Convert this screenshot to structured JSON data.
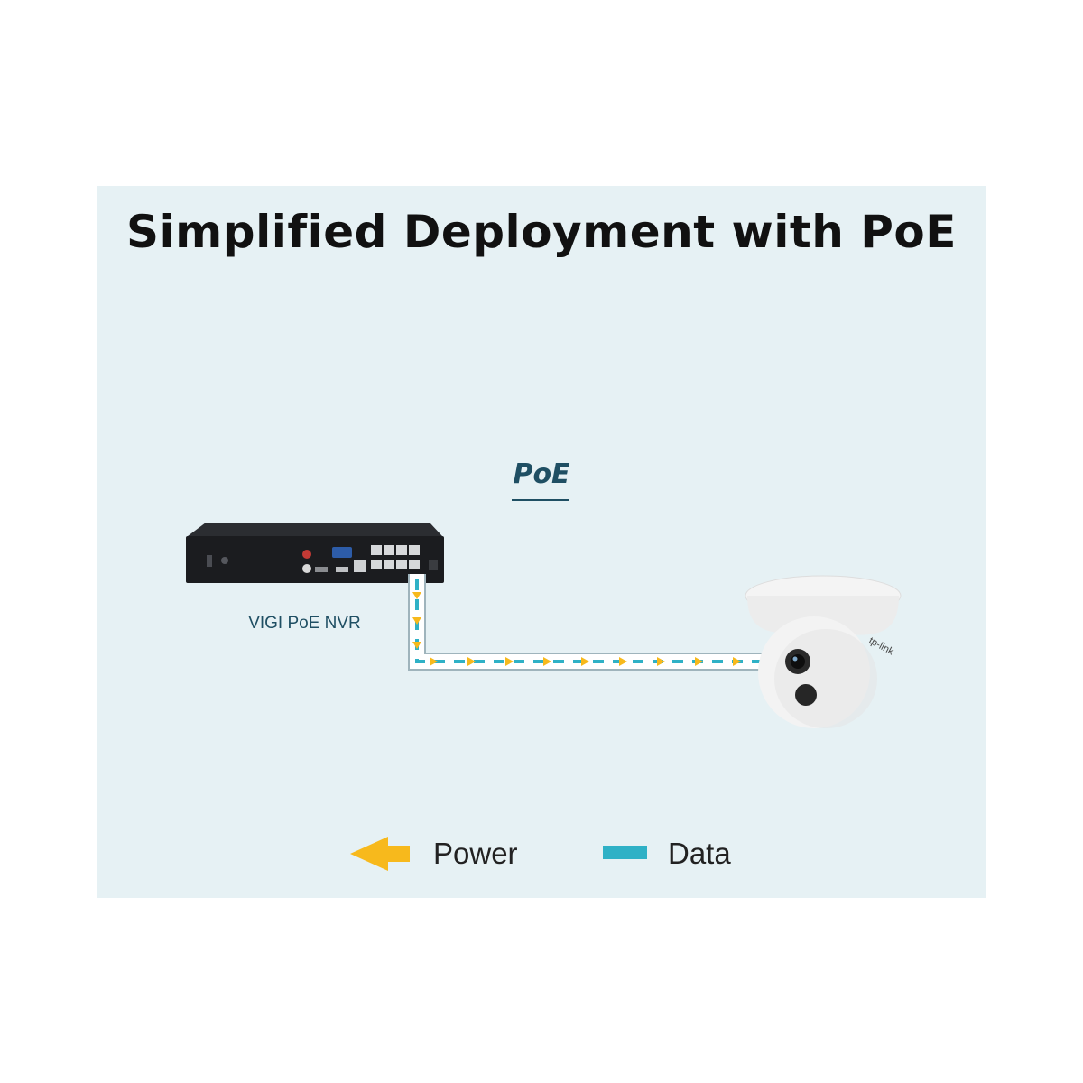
{
  "title": "Simplified Deployment with PoE",
  "poe_label": "PoE",
  "nvr": {
    "label": "VIGI PoE NVR"
  },
  "camera": {
    "brand_mark": "tp-link"
  },
  "legend": {
    "power": {
      "label": "Power",
      "color": "#f7b91c",
      "icon": "arrow-left-icon"
    },
    "data": {
      "label": "Data",
      "color": "#2fb1c6",
      "icon": "bar-icon"
    }
  },
  "colors": {
    "background": "#e6f1f4",
    "cable_outline": "#9fb4bc",
    "text_accent": "#1f4f63"
  }
}
